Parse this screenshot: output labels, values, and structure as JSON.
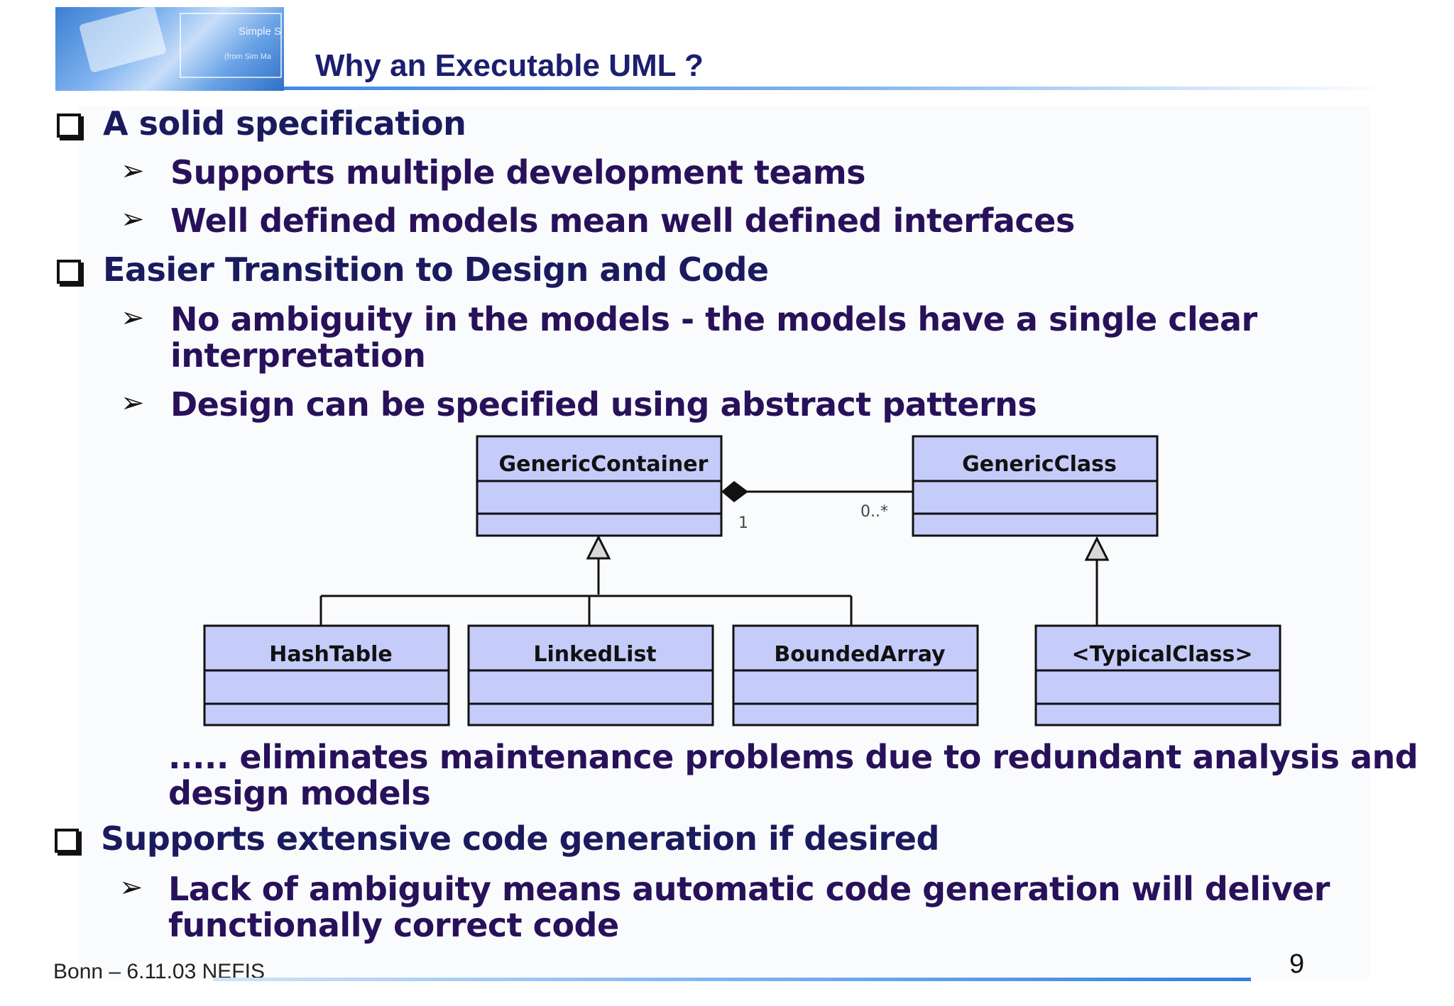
{
  "header": {
    "title": "Why an Executable UML ?",
    "image_text_1": "Simple S",
    "image_text_2": "(from Sim Ma"
  },
  "bullets": {
    "b1": "A solid specification",
    "b1_1": "Supports multiple development teams",
    "b1_2": "Well defined models mean well defined interfaces",
    "b2": "Easier Transition to Design and Code",
    "b2_1_line1": "No ambiguity in the models - the models have a single clear",
    "b2_1_line2": "interpretation",
    "b2_2": "Design can be specified using abstract patterns",
    "note_line1": "..... eliminates maintenance problems due to redundant analysis and",
    "note_line2": "design models",
    "b3": "Supports extensive code generation if desired",
    "b3_1_line1": "Lack of ambiguity means automatic code generation will deliver",
    "b3_1_line2": "functionally correct code"
  },
  "diagram": {
    "classes": {
      "generic_container": "GenericContainer",
      "generic_class": "GenericClass",
      "hash_table": "HashTable",
      "linked_list": "LinkedList",
      "bounded_array": "BoundedArray",
      "typical_class": "<TypicalClass>"
    },
    "multiplicity_left": "1",
    "multiplicity_right": "0..*",
    "class_fill": "#c5ccfa"
  },
  "footer": {
    "left_text": "Bonn – 6.11.03 NEFIS",
    "page_number": "9"
  },
  "colors": {
    "title": "#1b1f6e",
    "bullet_text": "#1a1a5e",
    "accent_rule": "#3d8be8"
  }
}
